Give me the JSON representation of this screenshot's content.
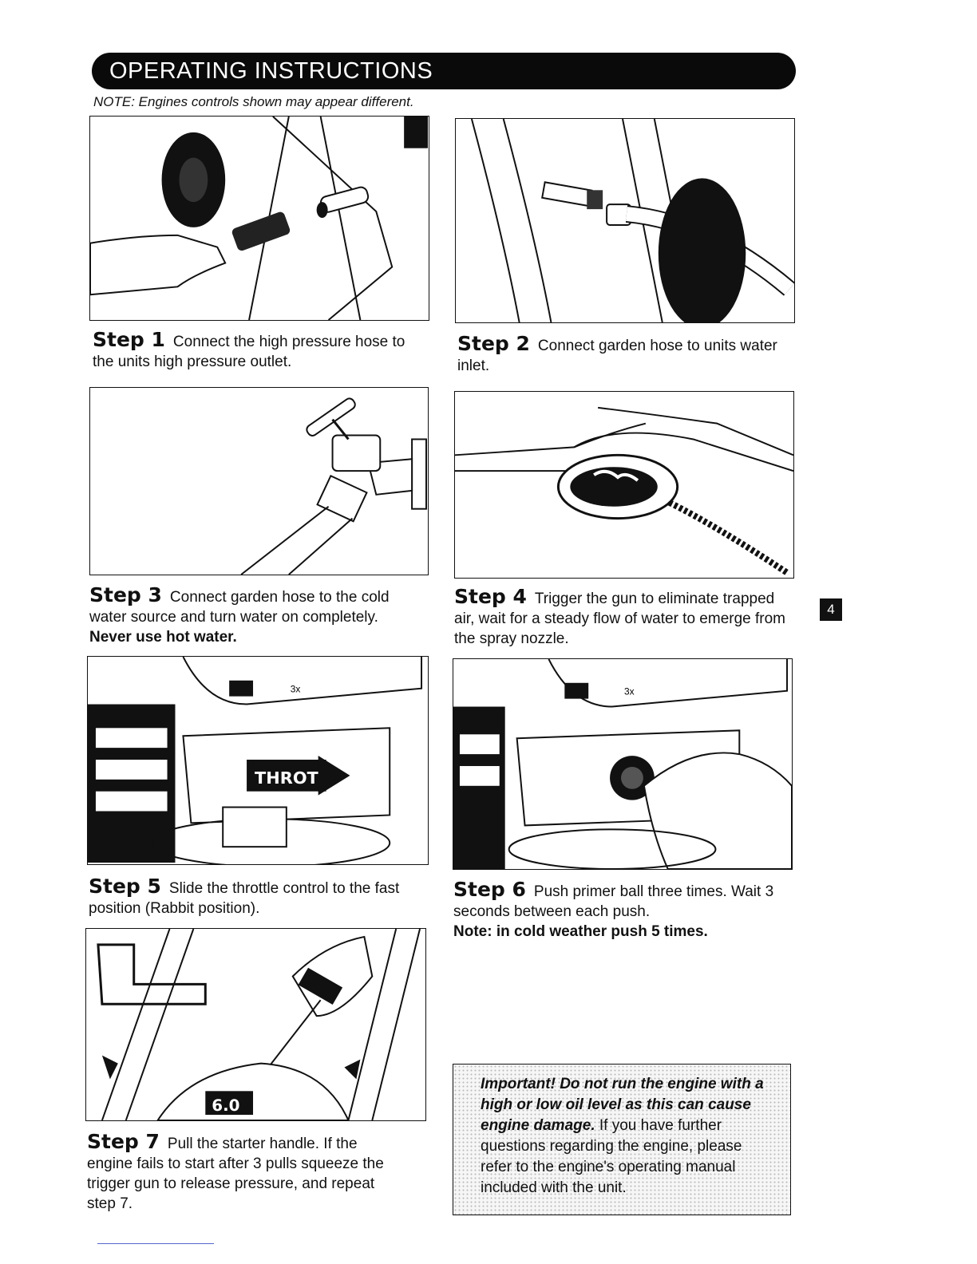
{
  "header": {
    "title": "OPERATING INSTRUCTIONS"
  },
  "note": "NOTE: Engines controls shown may appear different.",
  "steps": [
    {
      "label": "Step 1",
      "text": "Connect the high pressure hose to the units high pressure outlet."
    },
    {
      "label": "Step 2",
      "text": "Connect garden hose to units water inlet."
    },
    {
      "label": "Step 3",
      "text": "Connect garden hose to the cold water source and turn water on completely.",
      "warning": "Never use hot water."
    },
    {
      "label": "Step 4",
      "text": "Trigger the gun to eliminate trapped air, wait for a steady flow of water to emerge from the spray nozzle."
    },
    {
      "label": "Step 5",
      "text": "Slide the throttle control to the fast position (Rabbit position)."
    },
    {
      "label": "Step 6",
      "text": "Push primer ball three times. Wait 3 seconds between each push.",
      "warning": "Note: in cold weather push 5 times."
    },
    {
      "label": "Step 7",
      "text": "Pull the starter handle. If the engine fails to start after 3 pulls squeeze the trigger gun to release pressure, and repeat step 7."
    }
  ],
  "illustrations": {
    "throttle_label": "THROTTLE",
    "primer_count": "3x",
    "engine_badge": "6.0"
  },
  "important": {
    "bold": "Important! Do not run the engine with a high or low oil level as this can cause engine damage.",
    "text": "If you have further questions regarding the engine, please refer to the engine's operating manual included with the unit."
  },
  "page_number": "4"
}
